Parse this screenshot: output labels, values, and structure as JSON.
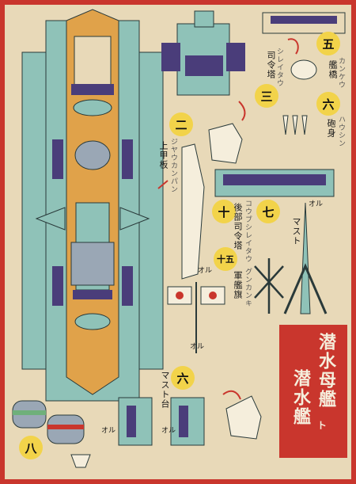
{
  "title": {
    "line1": "潜水母艦",
    "particle": "ト",
    "line2": "潜水艦"
  },
  "parts": [
    {
      "num": "五",
      "label": "艦橋",
      "ruby": "カンケウ"
    },
    {
      "num": "六",
      "label": "砲身",
      "ruby": "ハウシン"
    },
    {
      "num": "三",
      "label": "司令塔",
      "ruby": "シレイタウ"
    },
    {
      "num": "二",
      "label": "上甲板",
      "ruby": "ジヤウカンパン"
    },
    {
      "num": "七",
      "label": "マスト"
    },
    {
      "num": "十",
      "label": "後部司令塔",
      "ruby": "コウブシレイタウ"
    },
    {
      "num": "十五",
      "label": "軍艦旗",
      "ruby": "グンカンキ"
    },
    {
      "num": "六",
      "label": "マスト台"
    },
    {
      "num": "八",
      "label": ""
    }
  ],
  "fold_marks": [
    "オル",
    "オル",
    "オル",
    "オル",
    "オル"
  ],
  "colors": {
    "paper": "#e8d9b8",
    "border": "#c9362d",
    "teal": "#8fc2b8",
    "deck": "#e0a24a",
    "purple": "#4a3d7a",
    "badge": "#f2d34a"
  }
}
